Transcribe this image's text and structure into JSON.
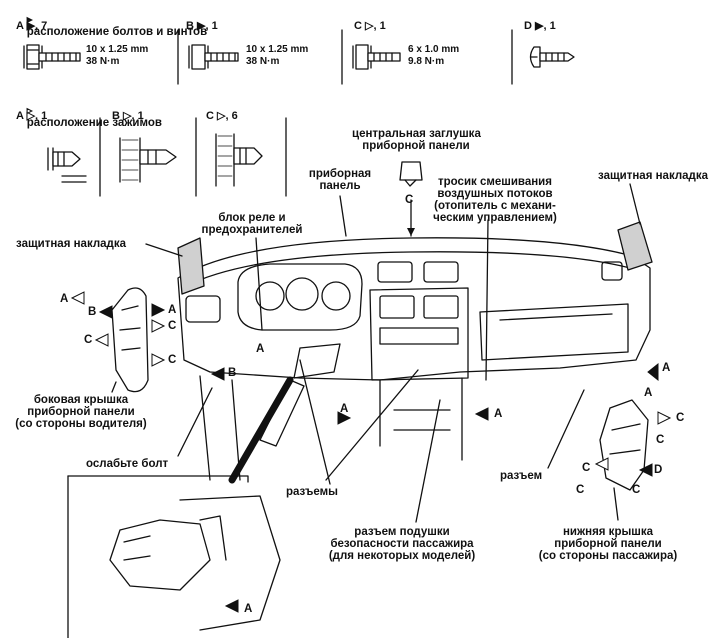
{
  "legend": {
    "bolts_header": "расположение болтов и винтов",
    "bolts_marker": "▸",
    "clips_header": "расположение зажимов",
    "clips_marker": "▹",
    "bolts": [
      {
        "key": "A ▶, 7",
        "spec1": "10 x 1.25 mm",
        "spec2": "38 N·m"
      },
      {
        "key": "B ▶, 1",
        "spec1": "10 x 1.25 mm",
        "spec2": "38 N·m"
      },
      {
        "key": "C ▷, 1",
        "spec1": "6 x 1.0 mm",
        "spec2": "9.8 N·m"
      },
      {
        "key": "D ▶, 1",
        "spec1": "",
        "spec2": ""
      }
    ],
    "clips": [
      {
        "key": "A ▷, 1"
      },
      {
        "key": "B ▷, 1"
      },
      {
        "key": "C ▷, 6"
      }
    ]
  },
  "labels": {
    "center_cap": "центральная заглушка\nприборной панели",
    "instrument_panel": "приборная\nпанель",
    "mix_cable": "тросик смешивания\nвоздушных потоков\n(отопитель с механи-\nческим управлением)",
    "protective_cover_right": "защитная накладка",
    "relay_block": "блок реле и\nпредохранителей",
    "protective_cover_left": "защитная накладка",
    "side_cover_driver": "боковая крышка\nприборной панели\n(со стороны водителя)",
    "loosen_bolt": "ослабьте болт",
    "connectors": "разъемы",
    "connector": "разъем",
    "airbag_connector": "разъем подушки\nбезопасности пассажира\n(для некоторых моделей)",
    "lower_cover_passenger": "нижняя крышка\nприборной панели\n(со стороны пассажира)"
  },
  "callouts": {
    "a": "A",
    "b": "B",
    "c": "C",
    "d": "D"
  }
}
